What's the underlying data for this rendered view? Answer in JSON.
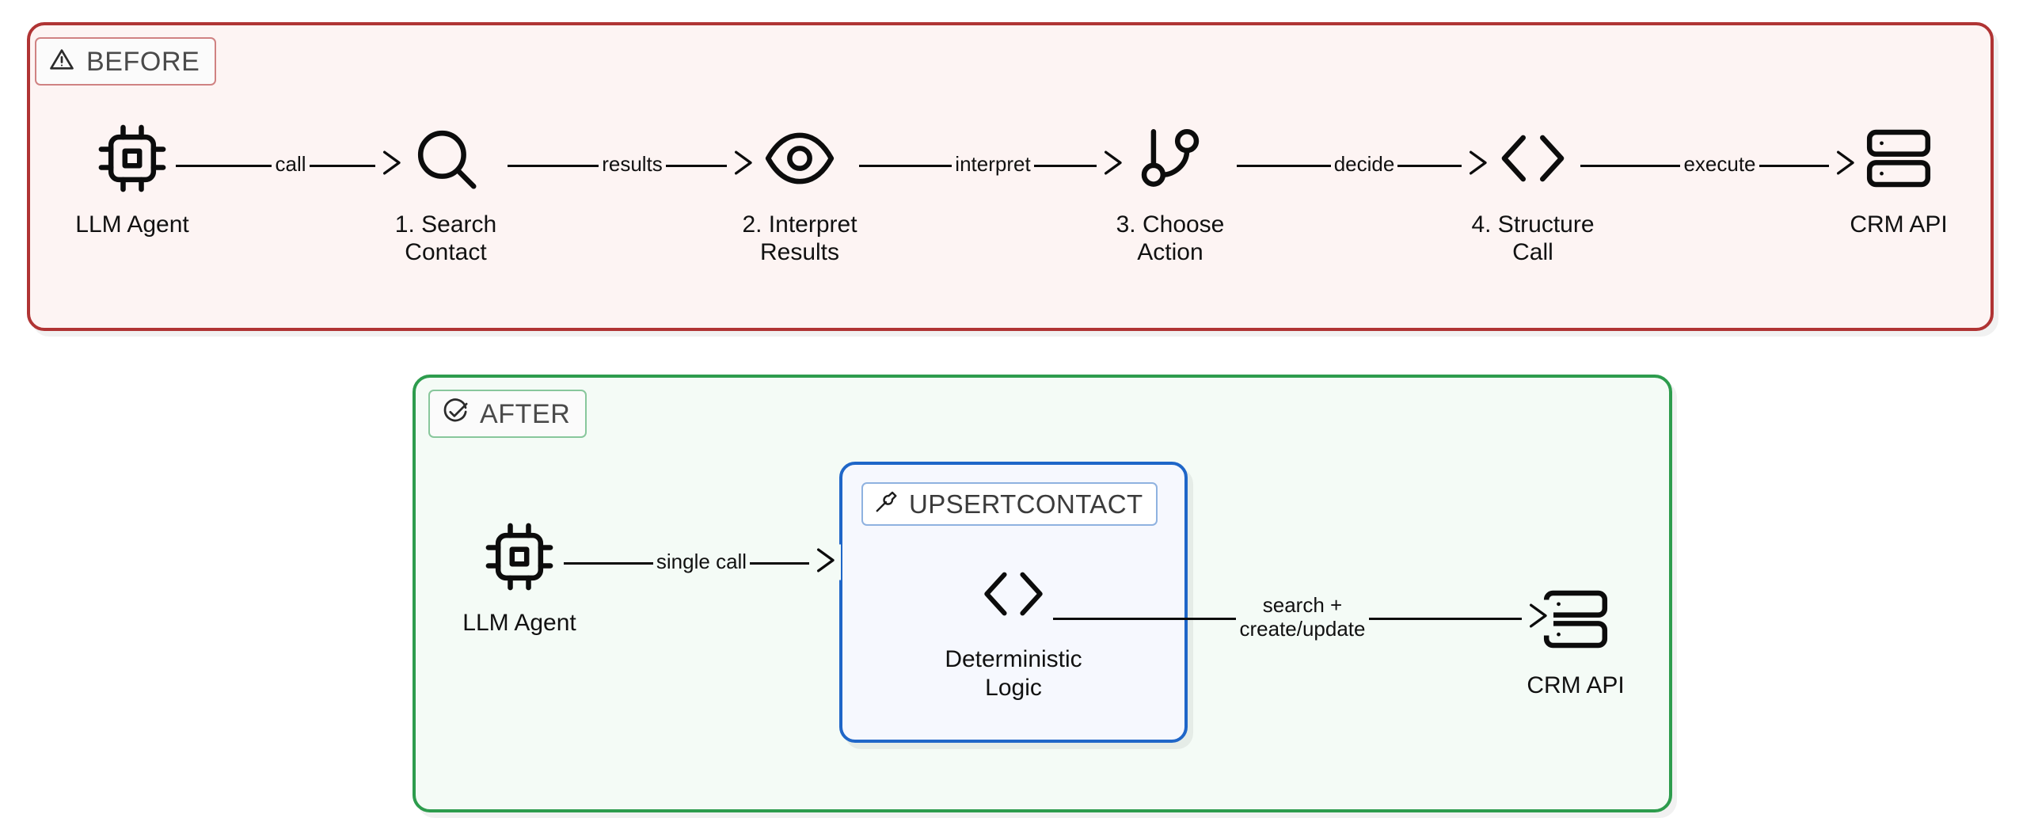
{
  "colors": {
    "before_border": "#b03434",
    "before_fill": "#fdf4f3",
    "after_border": "#2d9c4d",
    "after_fill": "#f4fbf6",
    "tool_border": "#1f66c8",
    "tool_fill": "#f6f8fe",
    "stroke": "#0c0c0c",
    "text": "#111111"
  },
  "before": {
    "badge": {
      "icon": "alert-triangle-icon",
      "label": "BEFORE"
    },
    "nodes": [
      {
        "id": "llm-agent",
        "icon": "cpu-icon",
        "label": "LLM Agent"
      },
      {
        "id": "search-contact",
        "icon": "search-icon",
        "label": "1. Search\nContact"
      },
      {
        "id": "interpret-results",
        "icon": "eye-icon",
        "label": "2. Interpret\nResults"
      },
      {
        "id": "choose-action",
        "icon": "git-branch-icon",
        "label": "3. Choose\nAction"
      },
      {
        "id": "structure-call",
        "icon": "code-icon",
        "label": "4. Structure\nCall"
      },
      {
        "id": "crm-api",
        "icon": "server-icon",
        "label": "CRM API"
      }
    ],
    "edges": [
      {
        "id": "edge-call",
        "label": "call"
      },
      {
        "id": "edge-results",
        "label": "results"
      },
      {
        "id": "edge-interpret",
        "label": "interpret"
      },
      {
        "id": "edge-decide",
        "label": "decide"
      },
      {
        "id": "edge-execute",
        "label": "execute"
      }
    ]
  },
  "after": {
    "badge": {
      "icon": "circle-check-icon",
      "label": "AFTER"
    },
    "nodes": [
      {
        "id": "llm-agent",
        "icon": "cpu-icon",
        "label": "LLM Agent"
      },
      {
        "id": "crm-api",
        "icon": "server-icon",
        "label": "CRM API"
      }
    ],
    "tool": {
      "badge": {
        "icon": "wrench-icon",
        "label": "UPSERTCONTACT"
      },
      "icon": "code-icon",
      "label": "Deterministic\nLogic"
    },
    "edges": [
      {
        "id": "edge-single-call",
        "label": "single call"
      },
      {
        "id": "edge-search-create",
        "label": "search +\ncreate/update"
      }
    ]
  }
}
